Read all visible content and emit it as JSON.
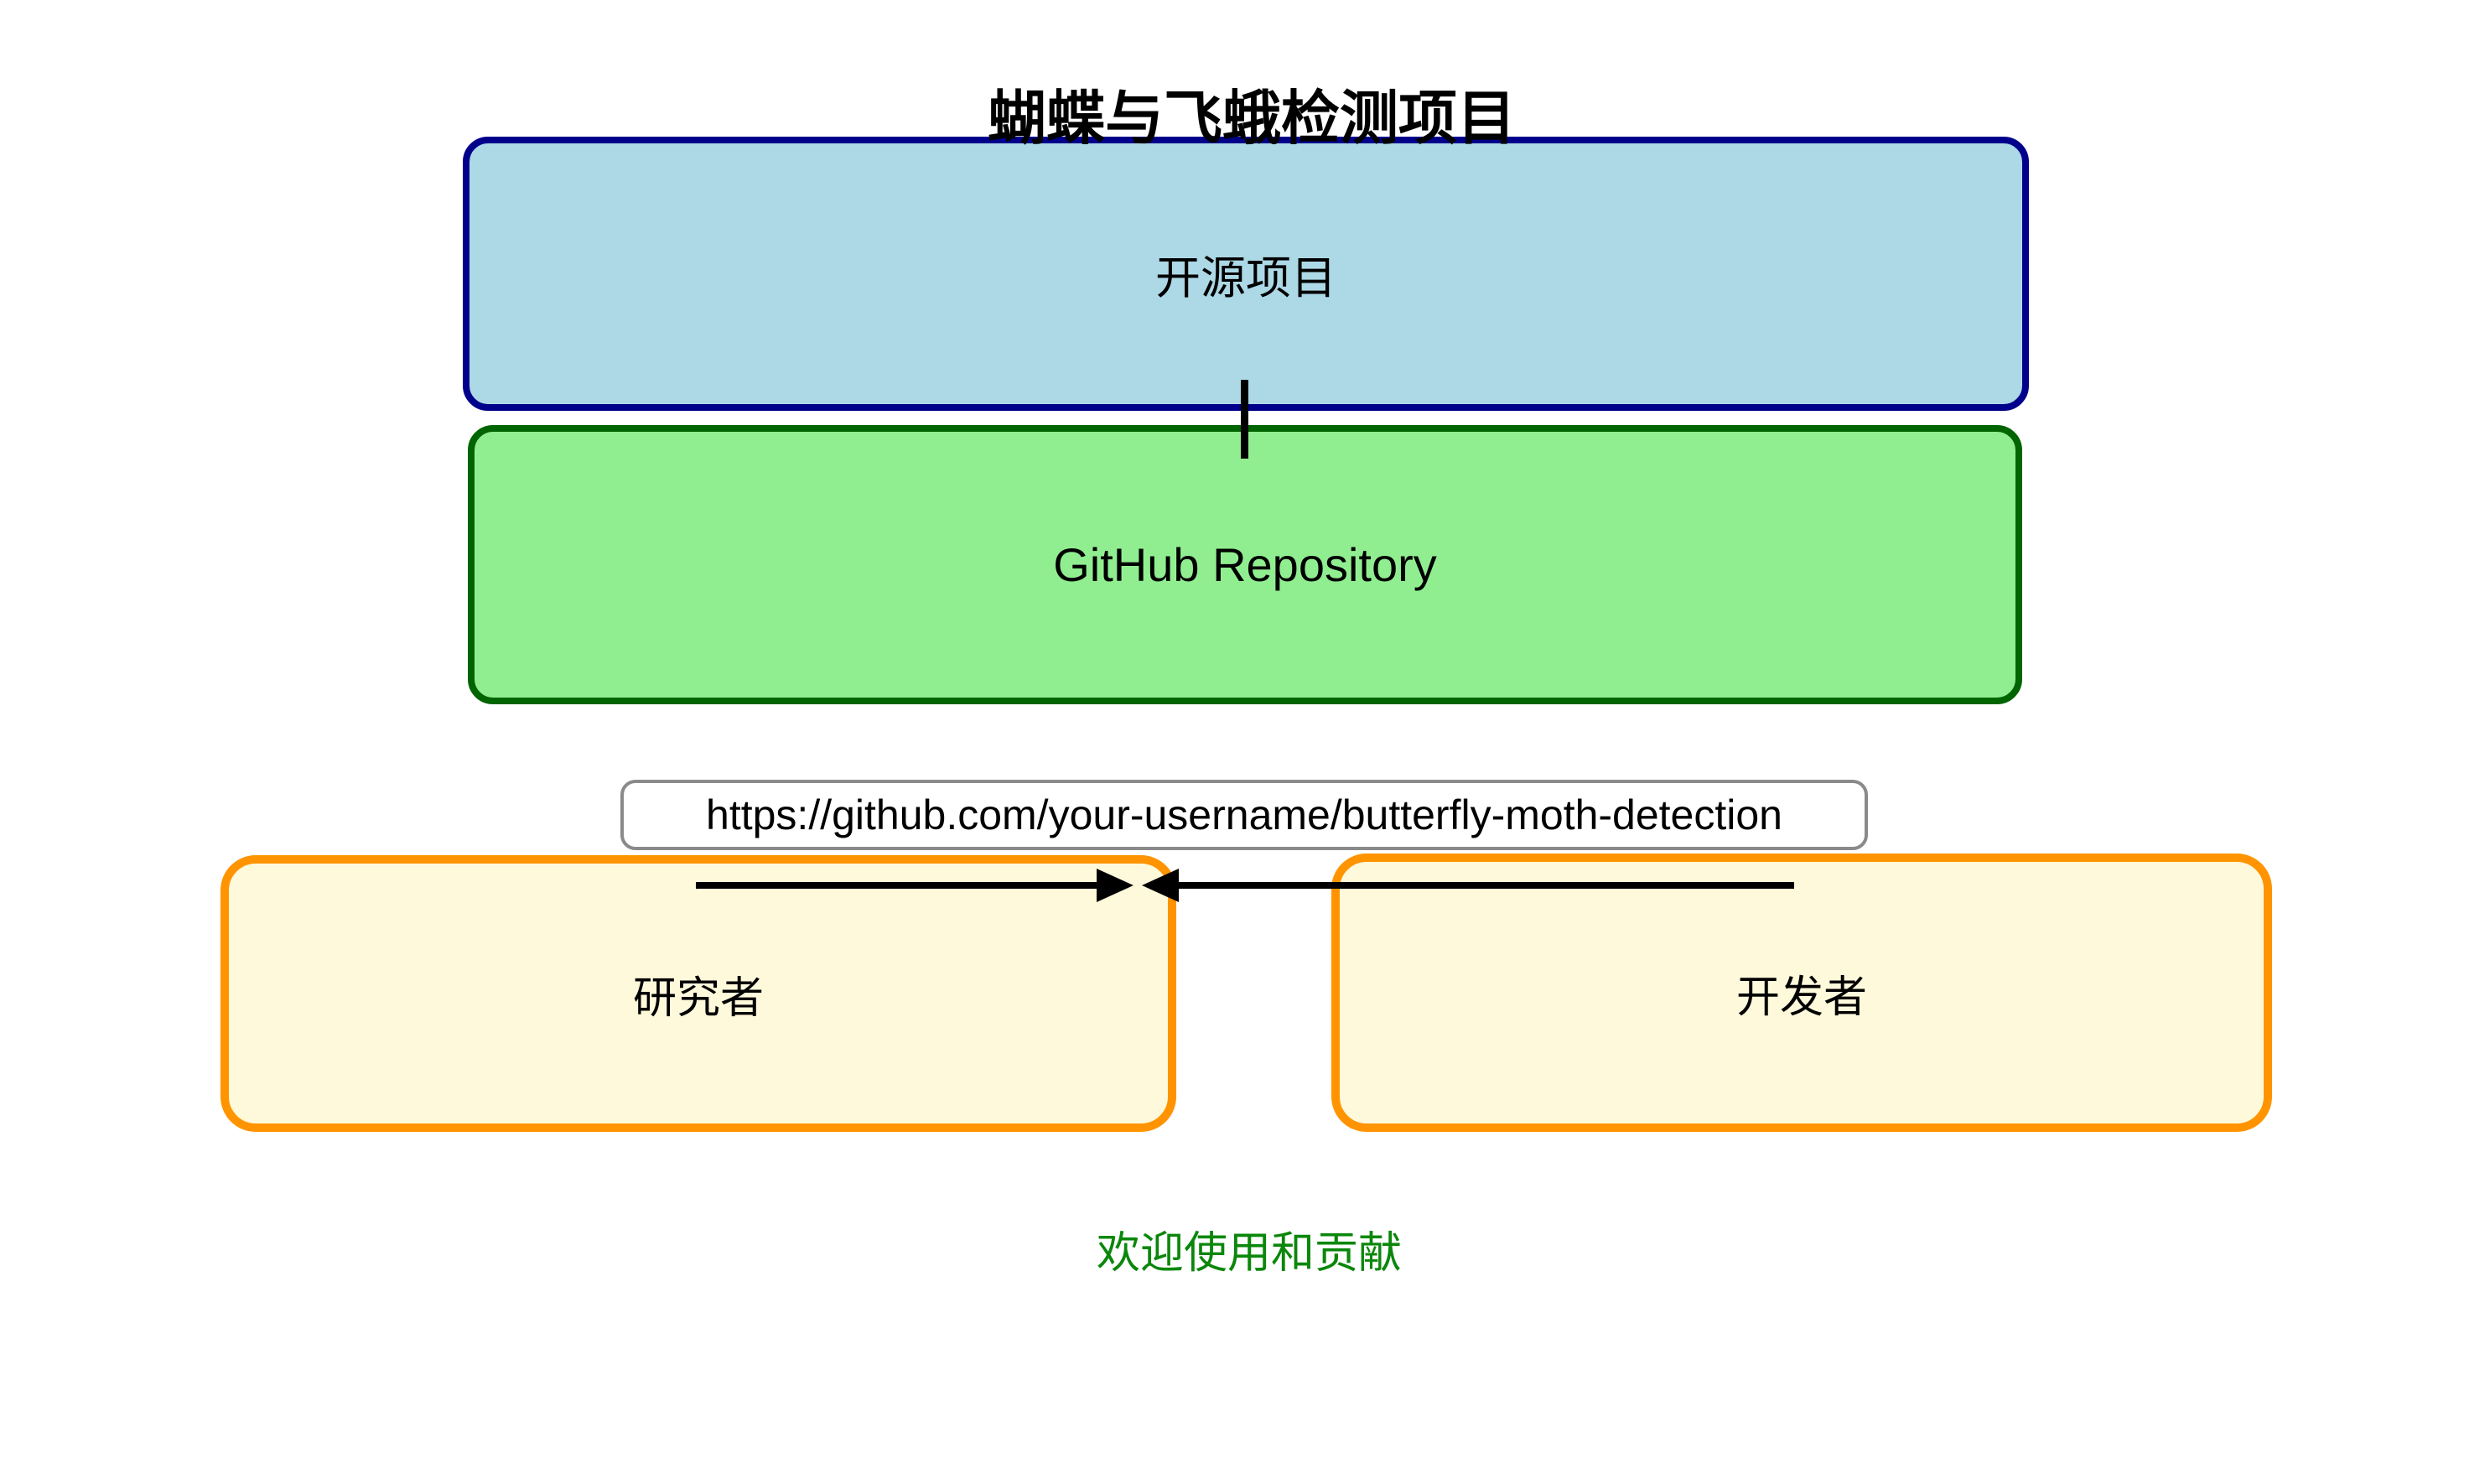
{
  "diagram": {
    "title": "蝴蝶与飞蛾检测项目",
    "nodes": {
      "open_source": {
        "label": "开源项目"
      },
      "github_repo": {
        "label": "GitHub Repository"
      },
      "repo_url": {
        "label": "https://github.com/your-username/butterfly-moth-detection"
      },
      "researcher": {
        "label": "研究者"
      },
      "developer": {
        "label": "开发者"
      }
    },
    "footer": "欢迎使用和贡献",
    "colors": {
      "blue-fill": "#ADD8E6",
      "blue-border": "#00008B",
      "green-fill": "#90EE90",
      "green-border": "#006400",
      "yellow-fill": "#FFF9DB",
      "orange-border": "#FF9400",
      "url-border": "#8A8A8A",
      "footer-text": "#0B870B",
      "line": "#000000"
    }
  }
}
